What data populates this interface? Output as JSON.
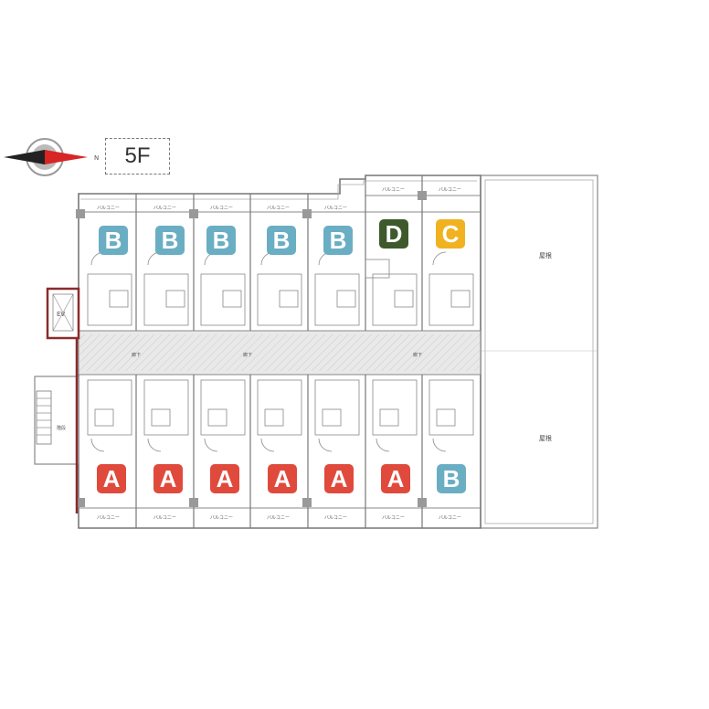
{
  "floor": {
    "label": "5F"
  },
  "compass": {
    "north_label": "N"
  },
  "units_top": [
    {
      "type": "B",
      "color": "#6aaec4"
    },
    {
      "type": "B",
      "color": "#6aaec4"
    },
    {
      "type": "B",
      "color": "#6aaec4"
    },
    {
      "type": "B",
      "color": "#6aaec4"
    },
    {
      "type": "B",
      "color": "#6aaec4"
    },
    {
      "type": "D",
      "color": "#3e5a2c"
    },
    {
      "type": "C",
      "color": "#f0b21f"
    }
  ],
  "units_bottom": [
    {
      "type": "A",
      "color": "#e04a3c"
    },
    {
      "type": "A",
      "color": "#e04a3c"
    },
    {
      "type": "A",
      "color": "#e04a3c"
    },
    {
      "type": "A",
      "color": "#e04a3c"
    },
    {
      "type": "A",
      "color": "#e04a3c"
    },
    {
      "type": "A",
      "color": "#e04a3c"
    },
    {
      "type": "B",
      "color": "#6aaec4"
    }
  ],
  "plan_text": {
    "balcony": "バルコニー",
    "roof": "屋根",
    "corridor": "廊下",
    "ev": "EV",
    "stairs": "階段"
  }
}
